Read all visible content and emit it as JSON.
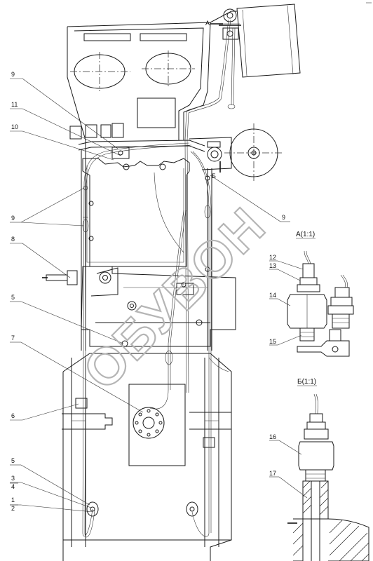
{
  "callouts": {
    "c9_top": "9",
    "c11": "11",
    "c10": "10",
    "c9_left": "9",
    "c8": "8",
    "c5_mid": "5",
    "c7": "7",
    "c6": "6",
    "c5_bot": "5",
    "c3": "3",
    "c4": "4",
    "c1": "1",
    "c2": "2",
    "c9_right": "9",
    "c12": "12",
    "c13": "13",
    "c14": "14",
    "c15": "15",
    "c16": "16",
    "c17": "17"
  },
  "views": {
    "view_a_title": "А(1:1)",
    "view_b_title": "Б(1:1)",
    "mark_a": "А",
    "mark_b": "Б"
  },
  "watermark": "ОБУВОН"
}
